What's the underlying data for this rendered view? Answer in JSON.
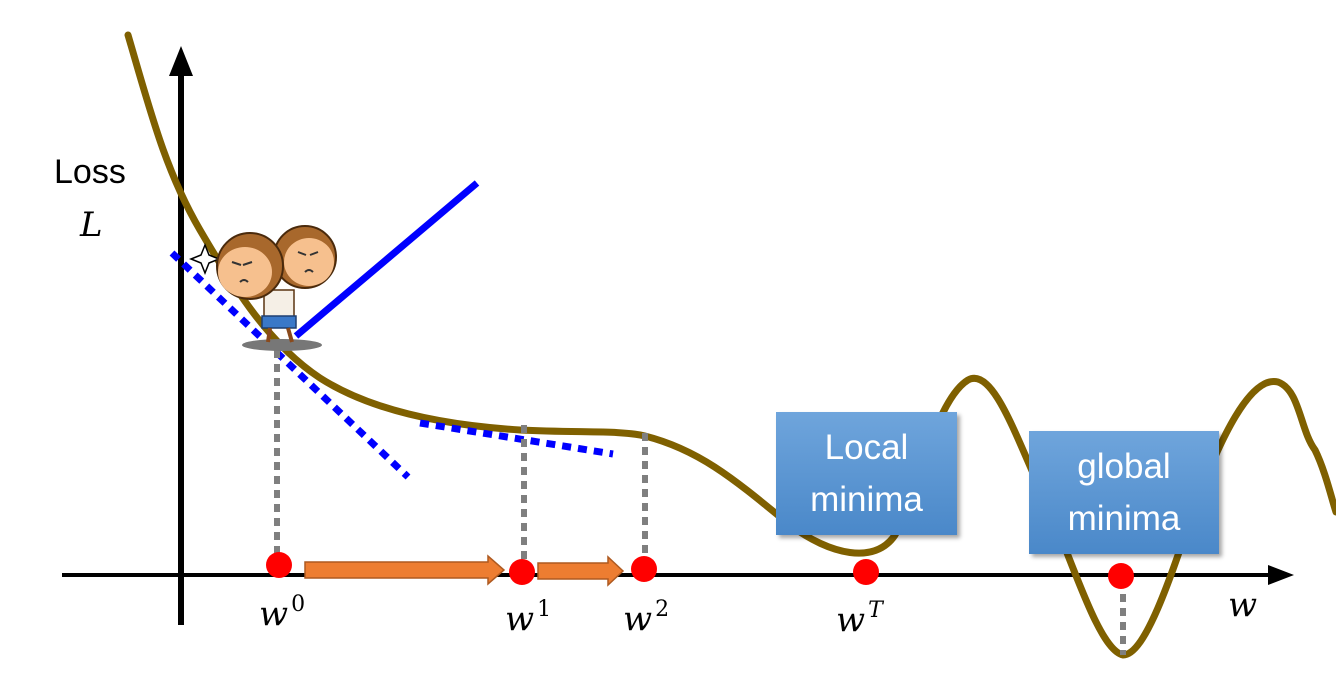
{
  "axes": {
    "y_label_line1": "Loss",
    "y_label_line2": "L",
    "x_label": "w"
  },
  "points": [
    {
      "base": "w",
      "sup": "0"
    },
    {
      "base": "w",
      "sup": "1"
    },
    {
      "base": "w",
      "sup": "2"
    },
    {
      "base": "w",
      "sup": "T"
    }
  ],
  "boxes": {
    "local": {
      "line1": "Local",
      "line2": "minima"
    },
    "global": {
      "line1": "global",
      "line2": "minima"
    }
  },
  "colors": {
    "curve": "#7f6000",
    "tangent": "#0000ff",
    "point": "#ff0000",
    "arrow": "#ed7d31",
    "box": "#5b9bd5"
  }
}
